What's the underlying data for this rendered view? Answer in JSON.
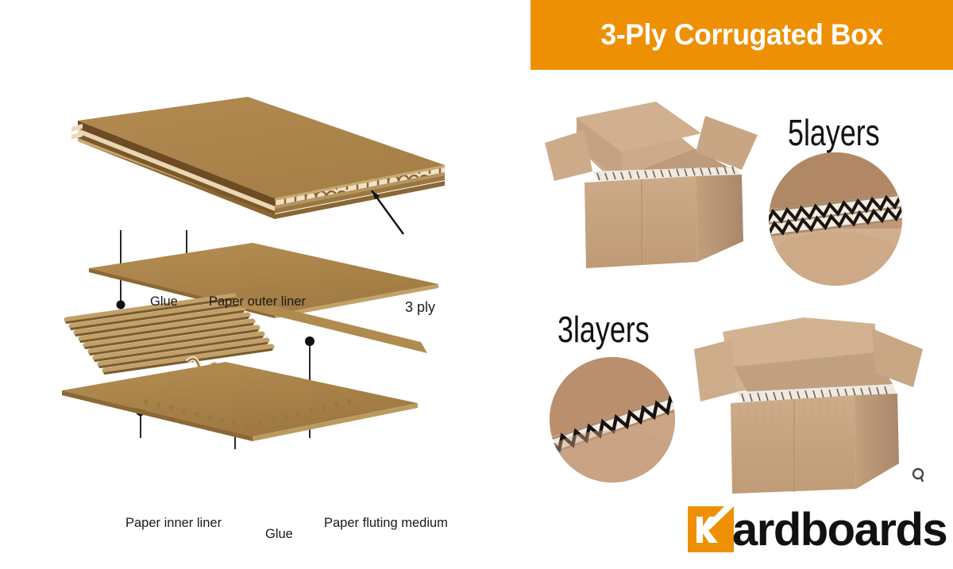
{
  "banner": {
    "title": "3-Ply Corrugated Box",
    "background_color": "#ED9004",
    "text_color": "#FFFFFF"
  },
  "colors": {
    "accent_orange": "#ED9004",
    "kraft_brown": "#B08A4F",
    "kraft_dark": "#6E4B22",
    "kraft_light": "#C8A36A",
    "flute_cream": "#EFE0C4",
    "box_face": "#C9A684",
    "text_dark": "#1A1A1A"
  },
  "diagram": {
    "name": "3-ply corrugated board exploded view",
    "labels": {
      "glue_top": "Glue",
      "paper_outer_liner": "Paper outer liner",
      "three_ply": "3 ply",
      "paper_inner_liner": "Paper inner liner",
      "glue_bottom": "Glue",
      "paper_fluting_medium": "Paper fluting medium"
    },
    "layers": [
      "Paper outer liner",
      "Glue",
      "Paper fluting medium",
      "Glue",
      "Paper inner liner"
    ]
  },
  "photos": {
    "box_open_top": "open corrugated shipping box",
    "box_open_bottom": "open corrugated shipping box",
    "detail_5layers": "5-layer double wall corrugated edge close-up",
    "detail_3layers": "3-layer single wall corrugated edge close-up",
    "label_5layers": "5layers",
    "label_3layers": "3layers"
  },
  "watermark": {
    "icon": "magnifier-icon"
  },
  "logo": {
    "mark_letter": "K",
    "text": "ardboards",
    "full_name": "Kardboards",
    "mark_color": "#ED9004",
    "text_color": "#111111"
  }
}
